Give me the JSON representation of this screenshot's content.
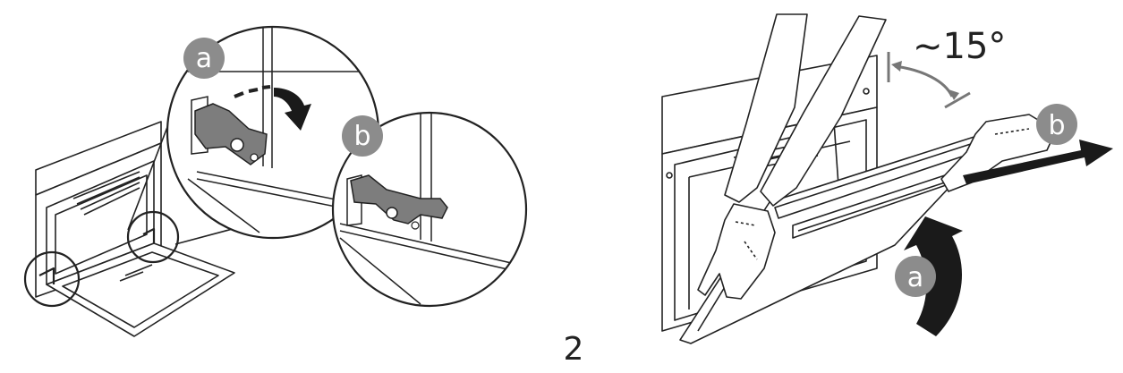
{
  "diagram": {
    "step_number": "2",
    "angle_label": "~15°",
    "left_panel": {
      "callout_a_label": "a",
      "callout_b_label": "b"
    },
    "right_panel": {
      "callout_a_label": "a",
      "callout_b_label": "b"
    }
  },
  "colors": {
    "line": "#222222",
    "callout_fill": "#8c8c8c",
    "callout_text": "#ffffff",
    "hinge_fill": "#7d7d7d",
    "hand_fill": "#ffffff",
    "arrow_fill": "#1a1a1a",
    "angle_marker": "#777777"
  },
  "icons": [
    "hinge-lever-icon",
    "rotate-arrow-icon",
    "push-arrow-icon",
    "glove-hand-icon"
  ]
}
